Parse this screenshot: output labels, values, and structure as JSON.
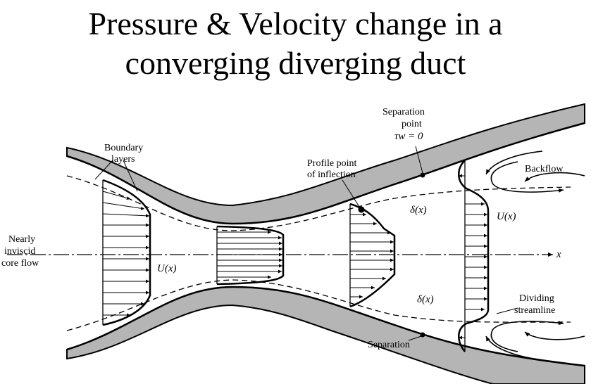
{
  "title": {
    "line1": "Pressure & Velocity change in a",
    "line2": "converging diverging duct"
  },
  "labels": {
    "boundary_layers_1": "Boundary",
    "boundary_layers_2": "layers",
    "core_flow_1": "Nearly",
    "core_flow_2": "inviscid",
    "core_flow_3": "core flow",
    "u_x_left": "U(x)",
    "u_x_right": "U(x)",
    "profile_point_1": "Profile point",
    "profile_point_2": "of inflection",
    "separation_point_1": "Separation",
    "separation_point_2": "point",
    "separation_point_3": "τw = 0",
    "delta_top": "δ(x)",
    "delta_bottom": "δ(x)",
    "backflow": "Backflow",
    "dividing_1": "Dividing",
    "dividing_2": "streamline",
    "separation_bottom": "Separation",
    "x_axis": "x"
  },
  "colors": {
    "wall_fill": "#b5b5b5",
    "ink": "#000000"
  }
}
